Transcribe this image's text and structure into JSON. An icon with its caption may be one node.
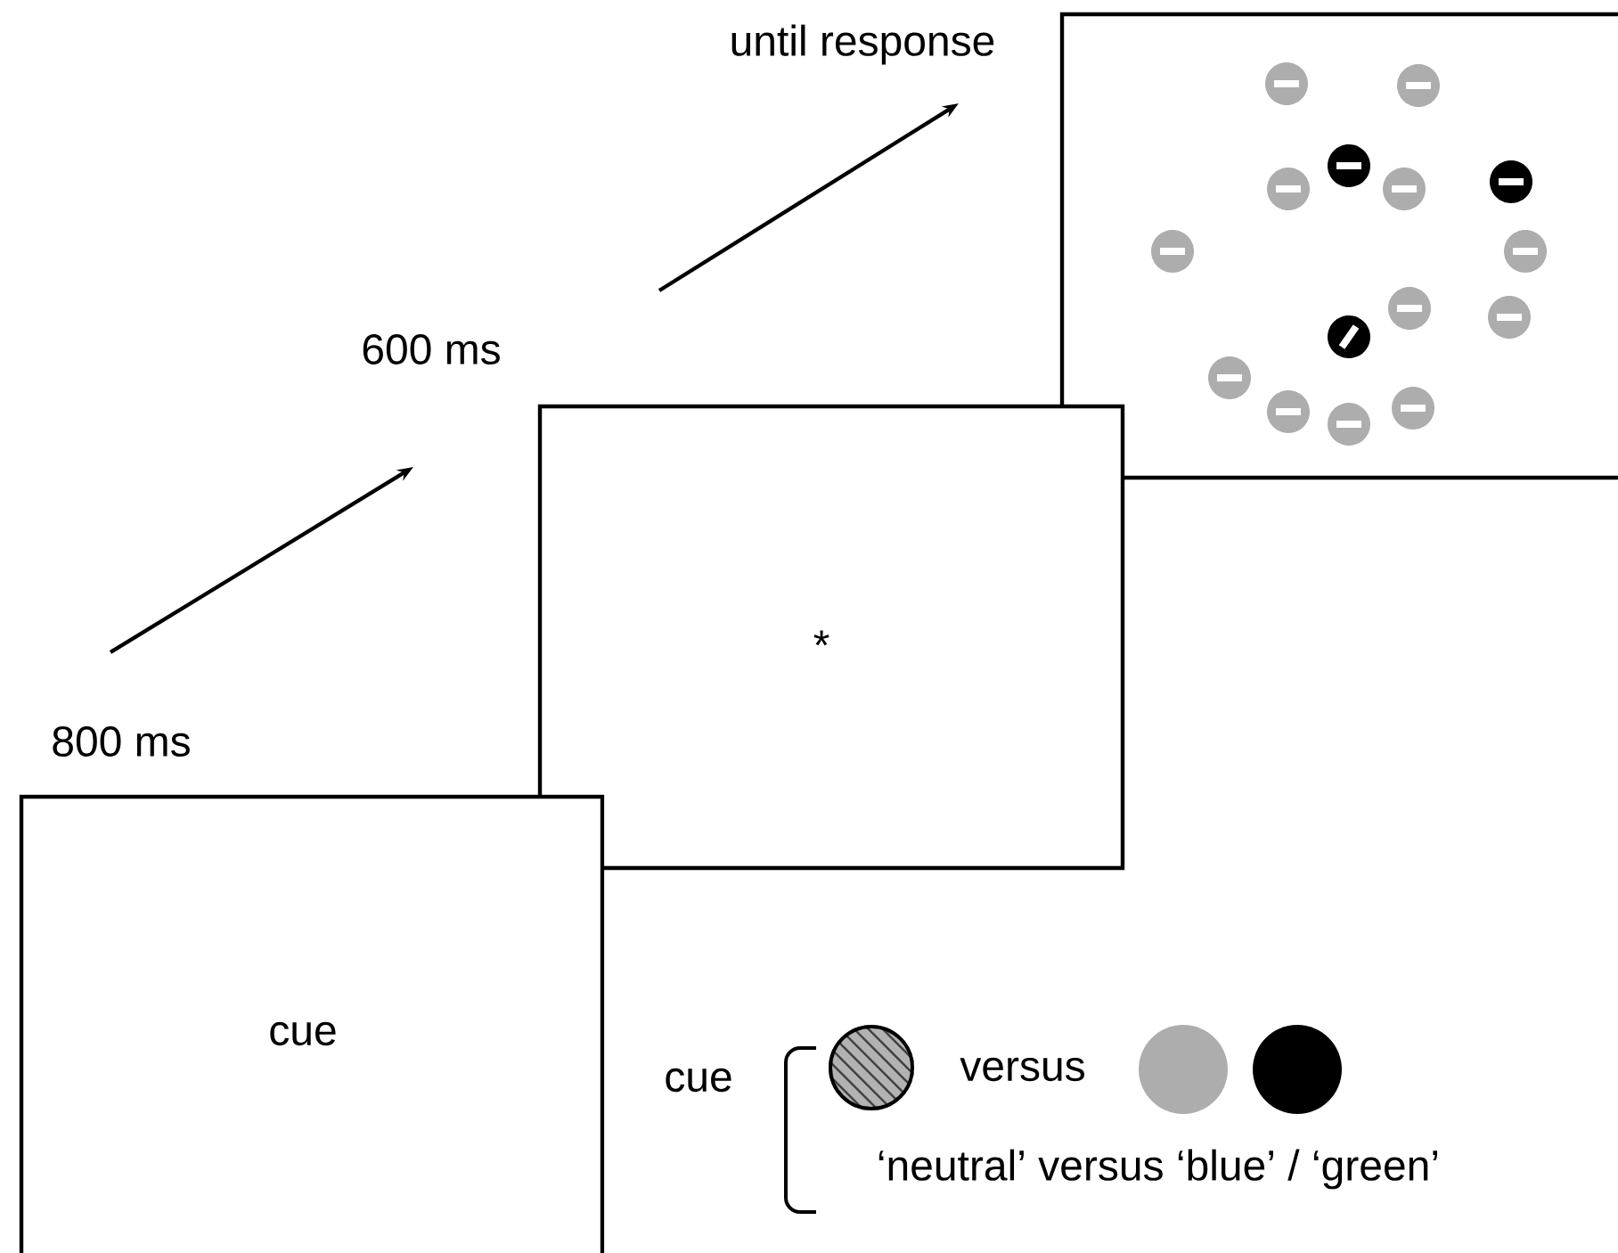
{
  "diagram": {
    "nodes": [
      {
        "text": [
          "cue"
        ],
        "beside": [
          "800 ms"
        ]
      },
      {
        "text": [
          "*"
        ],
        "beside": [
          "600 ms"
        ]
      },
      {
        "text": [],
        "shape": "box",
        "beside": [
          "until response"
        ]
      }
    ],
    "edges": [],
    "labels": [
      "cue",
      "versus",
      "‘neutral’ versus ‘blue’ / ‘green’"
    ]
  }
}
